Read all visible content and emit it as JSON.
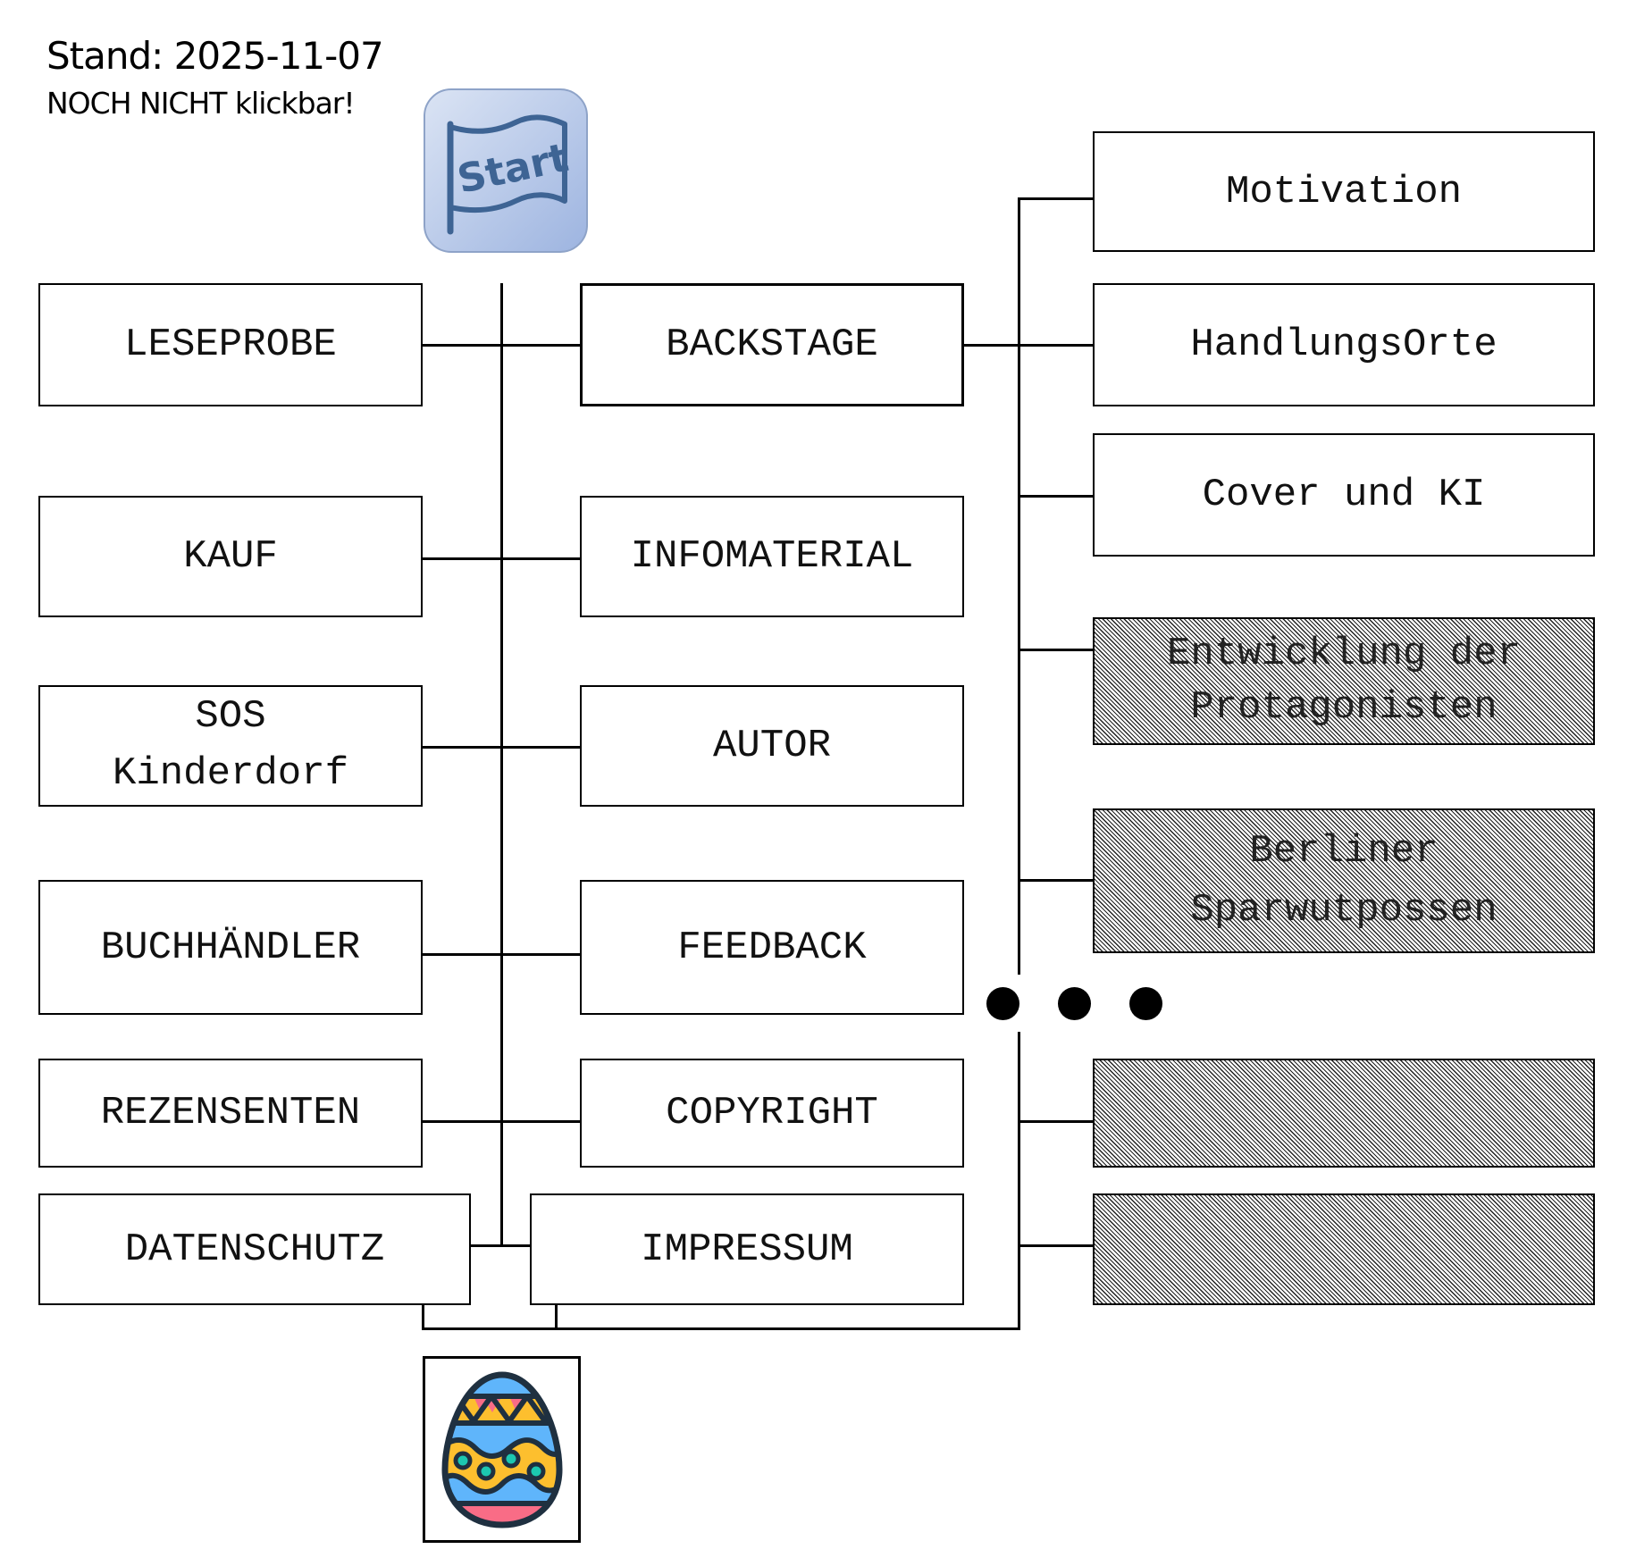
{
  "header": {
    "stand_label": "Stand: 2025-11-07",
    "notice": "NOCH NICHT klickbar!"
  },
  "start_icon": {
    "icon": "start-flag-icon",
    "label": "Start"
  },
  "left_column": [
    "LESEPROBE",
    "KAUF",
    "SOS Kinderdorf",
    "BUCHHÄNDLER",
    "REZENSENTEN",
    "DATENSCHUTZ"
  ],
  "middle_column": [
    "BACKSTAGE",
    "INFOMATERIAL",
    "AUTOR",
    "FEEDBACK",
    "COPYRIGHT",
    "IMPRESSUM"
  ],
  "backstage_children": [
    {
      "label": "Motivation",
      "status": "active"
    },
    {
      "label": "HandlungsOrte",
      "status": "active"
    },
    {
      "label": "Cover und KI",
      "status": "active"
    },
    {
      "label": "Entwicklung der Protagonisten",
      "status": "inactive"
    },
    {
      "label": "Berliner Sparwutpossen",
      "status": "inactive"
    },
    {
      "label": "",
      "status": "inactive"
    },
    {
      "label": "",
      "status": "inactive"
    }
  ],
  "ellipsis": "more-items-dots",
  "easter_egg": {
    "icon": "easter-egg-icon"
  },
  "colors": {
    "line": "#000000",
    "start_icon_light": "#d6e0f2",
    "start_icon_dark": "#a3b9e2",
    "start_icon_stroke": "#3e6494",
    "egg_blue": "#5fb5fb",
    "egg_pink": "#f96c86",
    "egg_yellow": "#fdbf2e",
    "egg_teal": "#1cc8b0",
    "egg_outline": "#1f3040"
  }
}
